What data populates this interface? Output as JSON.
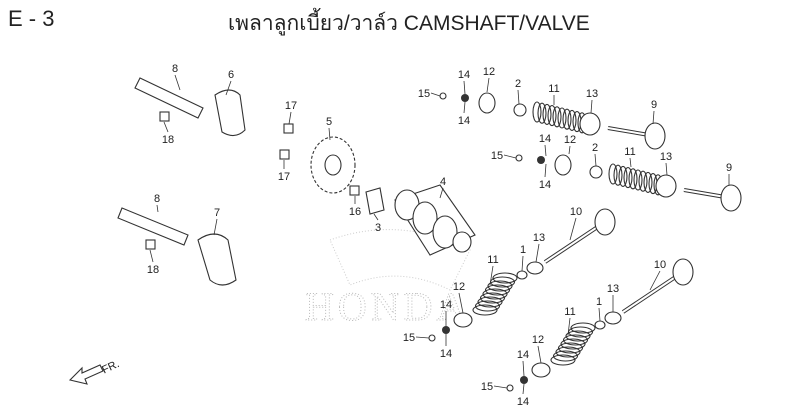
{
  "header": {
    "section_code": "E - 3",
    "title": "เพลาลูกเบี้ยว/วาล์ว  CAMSHAFT/VALVE"
  },
  "diagram": {
    "watermark": "HONDA",
    "direction_label": "FR.",
    "callouts": [
      "8",
      "6",
      "17",
      "18",
      "5",
      "17",
      "4",
      "16",
      "3",
      "8",
      "7",
      "18",
      "15",
      "14",
      "14",
      "12",
      "2",
      "11",
      "13",
      "9",
      "15",
      "14",
      "14",
      "12",
      "2",
      "11",
      "13",
      "9",
      "10",
      "13",
      "1",
      "11",
      "12",
      "14",
      "15",
      "14",
      "10",
      "13",
      "1",
      "11",
      "12",
      "14",
      "15",
      "14"
    ]
  }
}
